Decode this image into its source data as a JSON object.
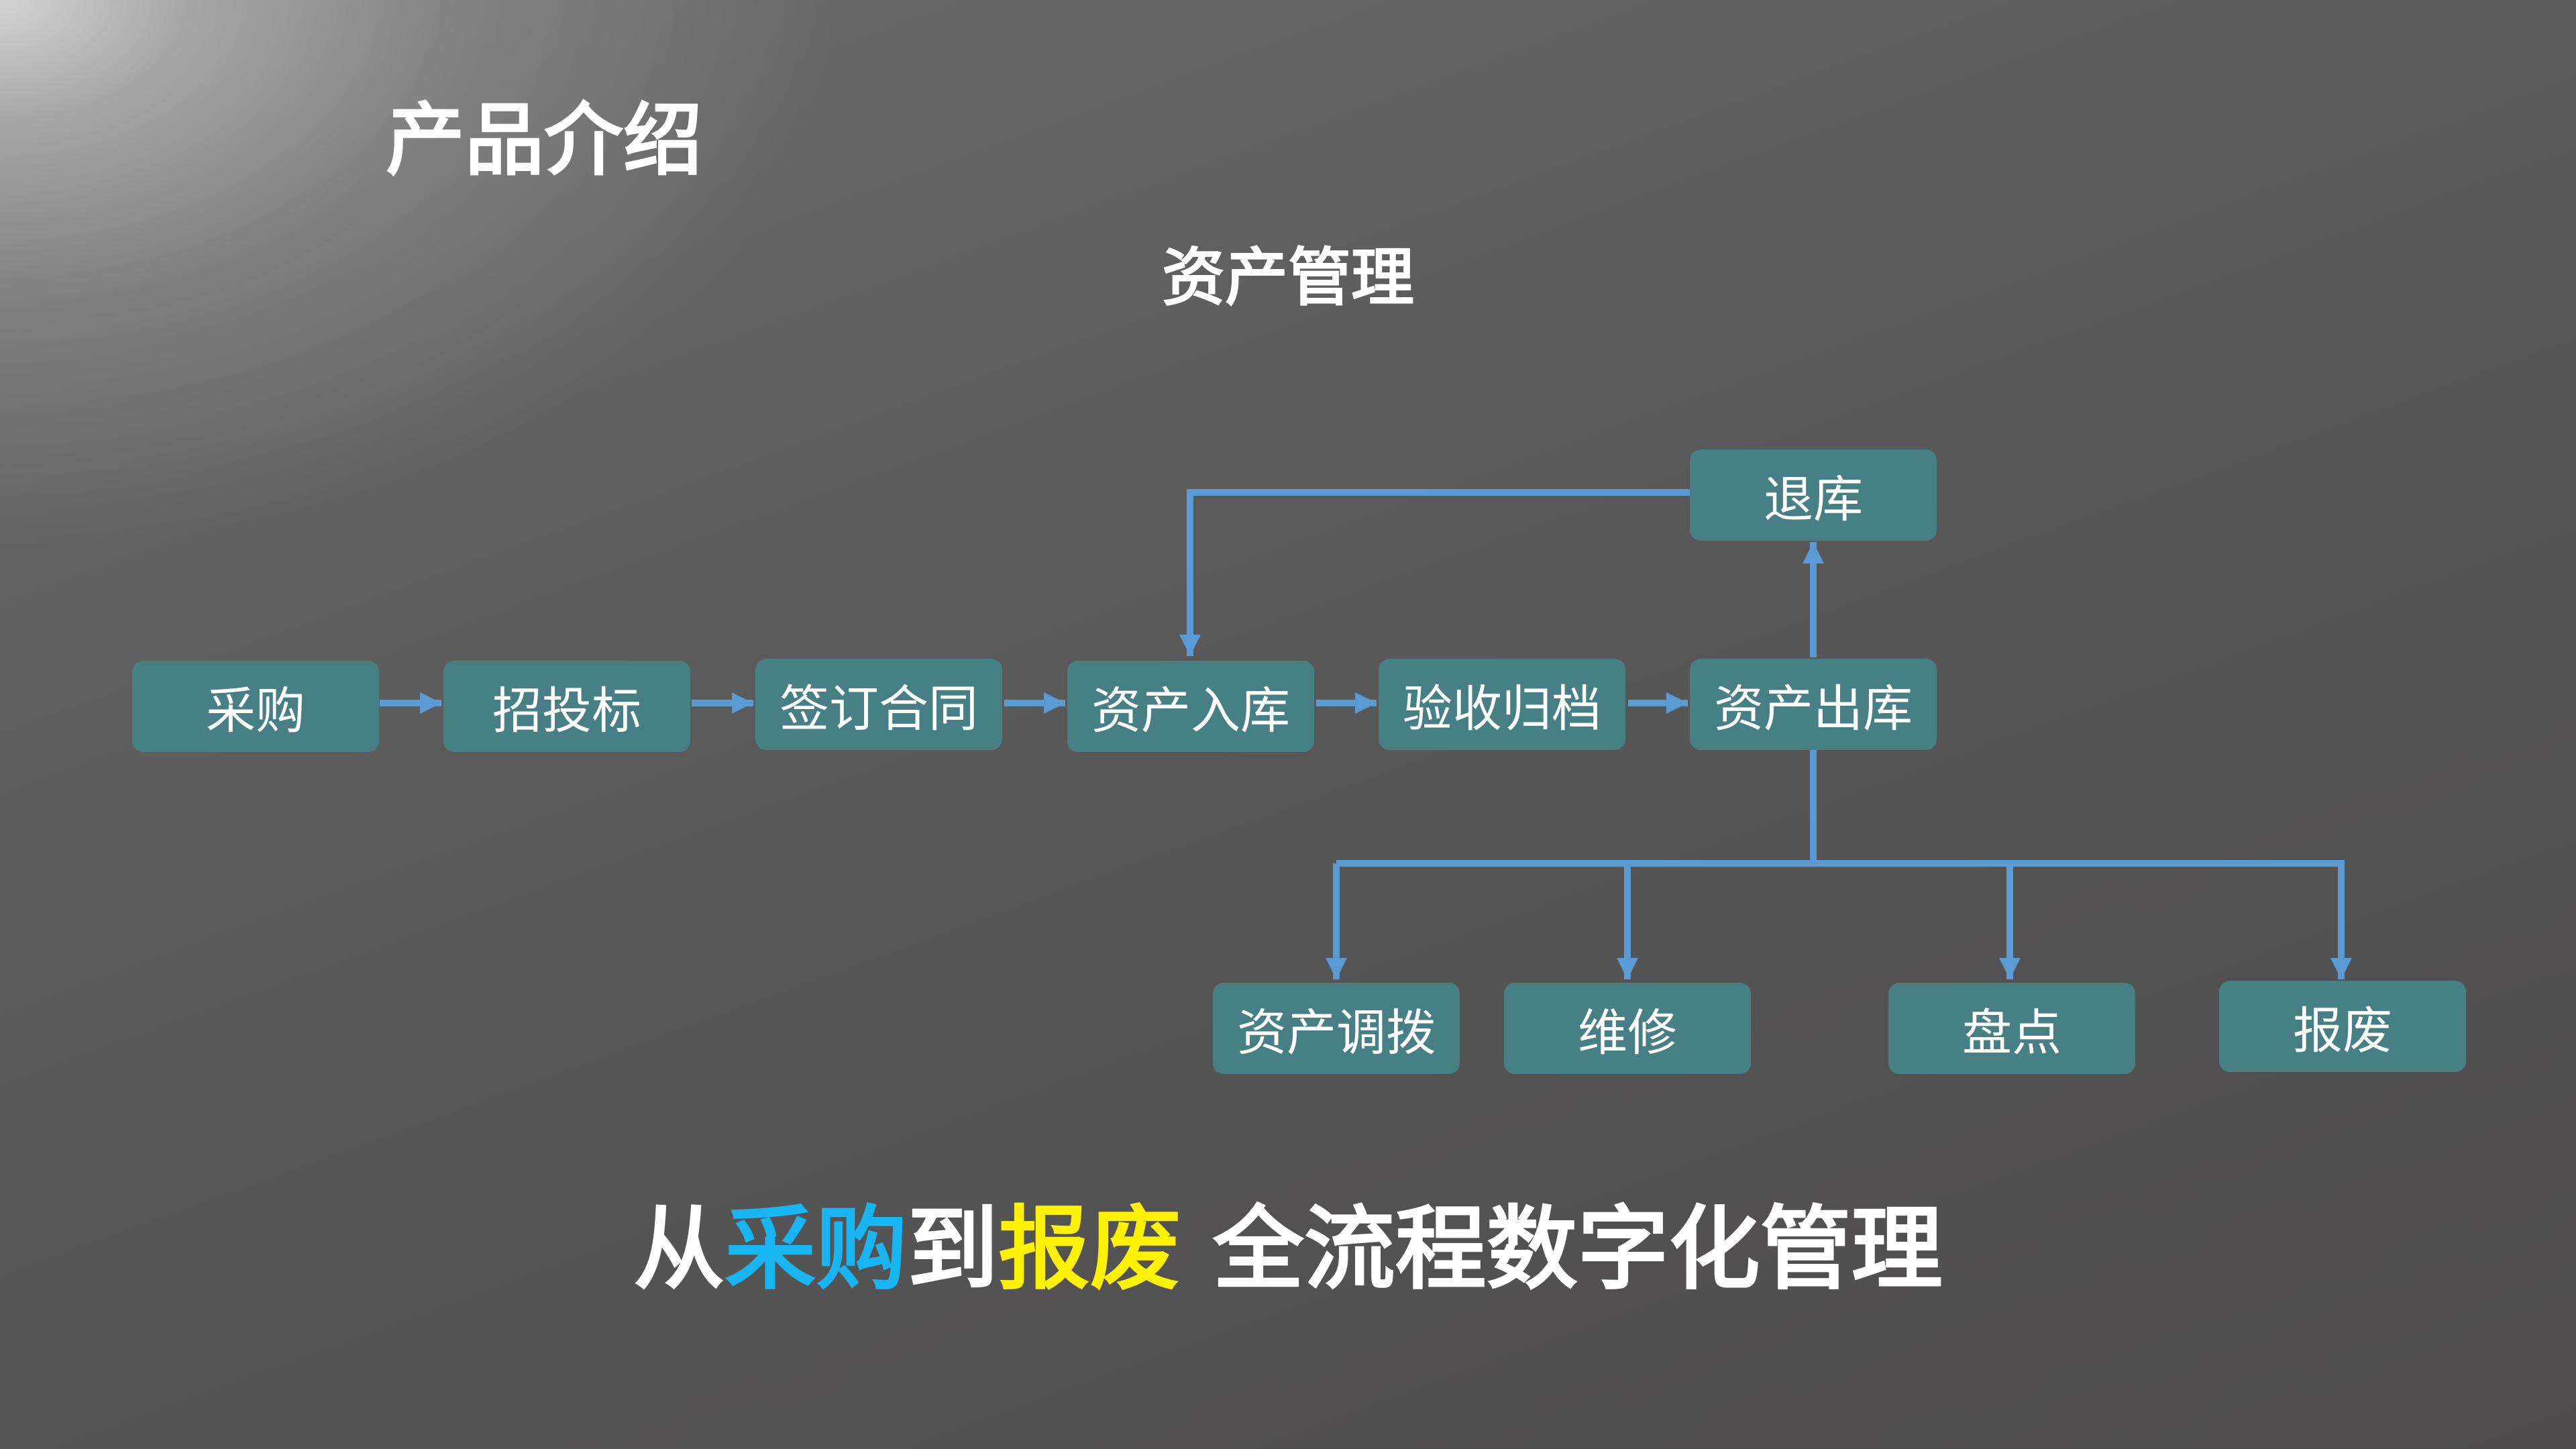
{
  "slide_title": "产品介绍",
  "diagram_title": "资产管理",
  "colors": {
    "node_fill": "#467f84",
    "connector": "#5b9bd5",
    "highlight_start": "#17b6f2",
    "highlight_end": "#fff200",
    "text": "#ffffff"
  },
  "nodes": {
    "purchase": "采购",
    "bidding": "招投标",
    "contract": "签订合同",
    "stock_in": "资产入库",
    "acceptance": "验收归档",
    "stock_out": "资产出库",
    "return": "退库",
    "transfer": "资产调拨",
    "repair": "维修",
    "inventory": "盘点",
    "scrap": "报废"
  },
  "tagline": {
    "prefix": "从",
    "start": "采购",
    "middle": "到",
    "end": "报废",
    "suffix": " 全流程数字化管理"
  }
}
